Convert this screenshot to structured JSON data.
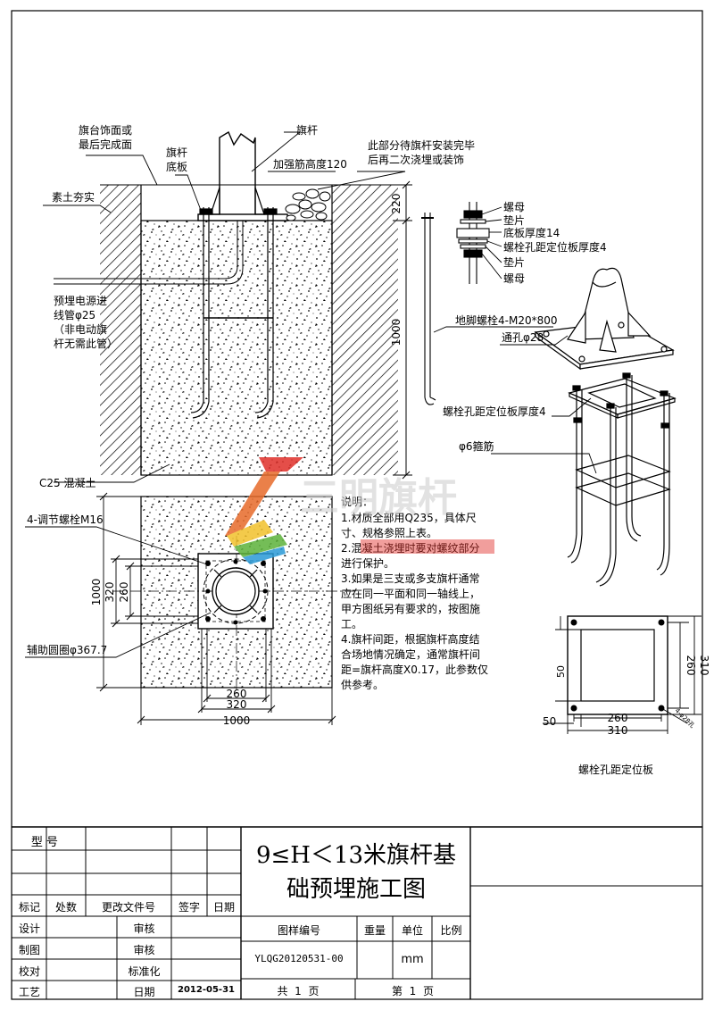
{
  "labels": {
    "platform_finish": [
      "旗台饰面或",
      "最后完成面"
    ],
    "base_plate": [
      "旗杆",
      "底板"
    ],
    "flagpole": "旗杆",
    "rib_height": "加强筋高度120",
    "secondary_pour": [
      "此部分待旗杆安装完毕",
      "后再二次浇埋或装饰"
    ],
    "compacted_soil": "素土夯实",
    "conduit": [
      "预埋电源进",
      "线管φ25",
      "（非电动旗",
      "杆无需此管）"
    ],
    "concrete": "C25 混凝土",
    "dim_220": "220",
    "dim_1000_v": "1000",
    "nut_top": "螺母",
    "washer_top": "垫片",
    "plate_thickness": "底板厚度14",
    "locator_thickness_4": "螺栓孔距定位板厚度4",
    "washer_bottom": "垫片",
    "nut_bottom": "螺母",
    "anchor_bolt": "地脚螺栓4-M20*800",
    "through_hole": "通孔φ28",
    "locator_plate": "螺栓孔距定位板厚度4",
    "stirrup": "φ6箍筋",
    "adjust_bolt": "4-调节螺栓M16",
    "aux_circle": "辅助圆圈φ367.7",
    "plan_dims_v": [
      "1000",
      "320",
      "260"
    ],
    "plan_dims_h": [
      "260",
      "320",
      "1000"
    ],
    "locator_dims_v": [
      "260",
      "310"
    ],
    "locator_dim_50_v": "50",
    "locator_dim_50_h": "50",
    "locator_dims_h": [
      "260",
      "310"
    ],
    "locator_hole": "4-φ28孔",
    "locator_caption": "螺栓孔距定位板",
    "watermark": "三明旗杆"
  },
  "notes": [
    "说明：",
    "1.材质全部用Q235，具体尺",
    "寸、规格参照上表。",
    "2.混凝土浇埋时要对螺纹部分",
    "进行保护。",
    "3.如果是三支或多支旗杆通常",
    "应在同一平面和同一轴线上，",
    "甲方图纸另有要求的，按图施",
    "工。",
    "4.旗杆间距，根据旗杆高度结",
    "合场地情况确定，通常旗杆间",
    "距=旗杆高度X0.17，此参数仅",
    "供参考。"
  ],
  "title_block": {
    "model_label": "型 号",
    "mark": "标记",
    "count": "处数",
    "change_doc": "更改文件号",
    "signature": "签字",
    "date_col": "日期",
    "design": "设计",
    "review1": "审核",
    "drafting": "制图",
    "review2": "审核",
    "check": "校对",
    "standard": "标准化",
    "process": "工艺",
    "date_label": "日期",
    "date_value": "2012-05-31",
    "title_line1": "9≤H＜13米旗杆基",
    "title_line2": "础预埋施工图",
    "drawing_no_label": "图样编号",
    "weight_label": "重量",
    "unit_label": "单位",
    "scale_label": "比例",
    "drawing_no": "YLQG20120531-00",
    "unit": "mm",
    "total_pages": "共  1  页",
    "page_no": "第  1  页"
  }
}
